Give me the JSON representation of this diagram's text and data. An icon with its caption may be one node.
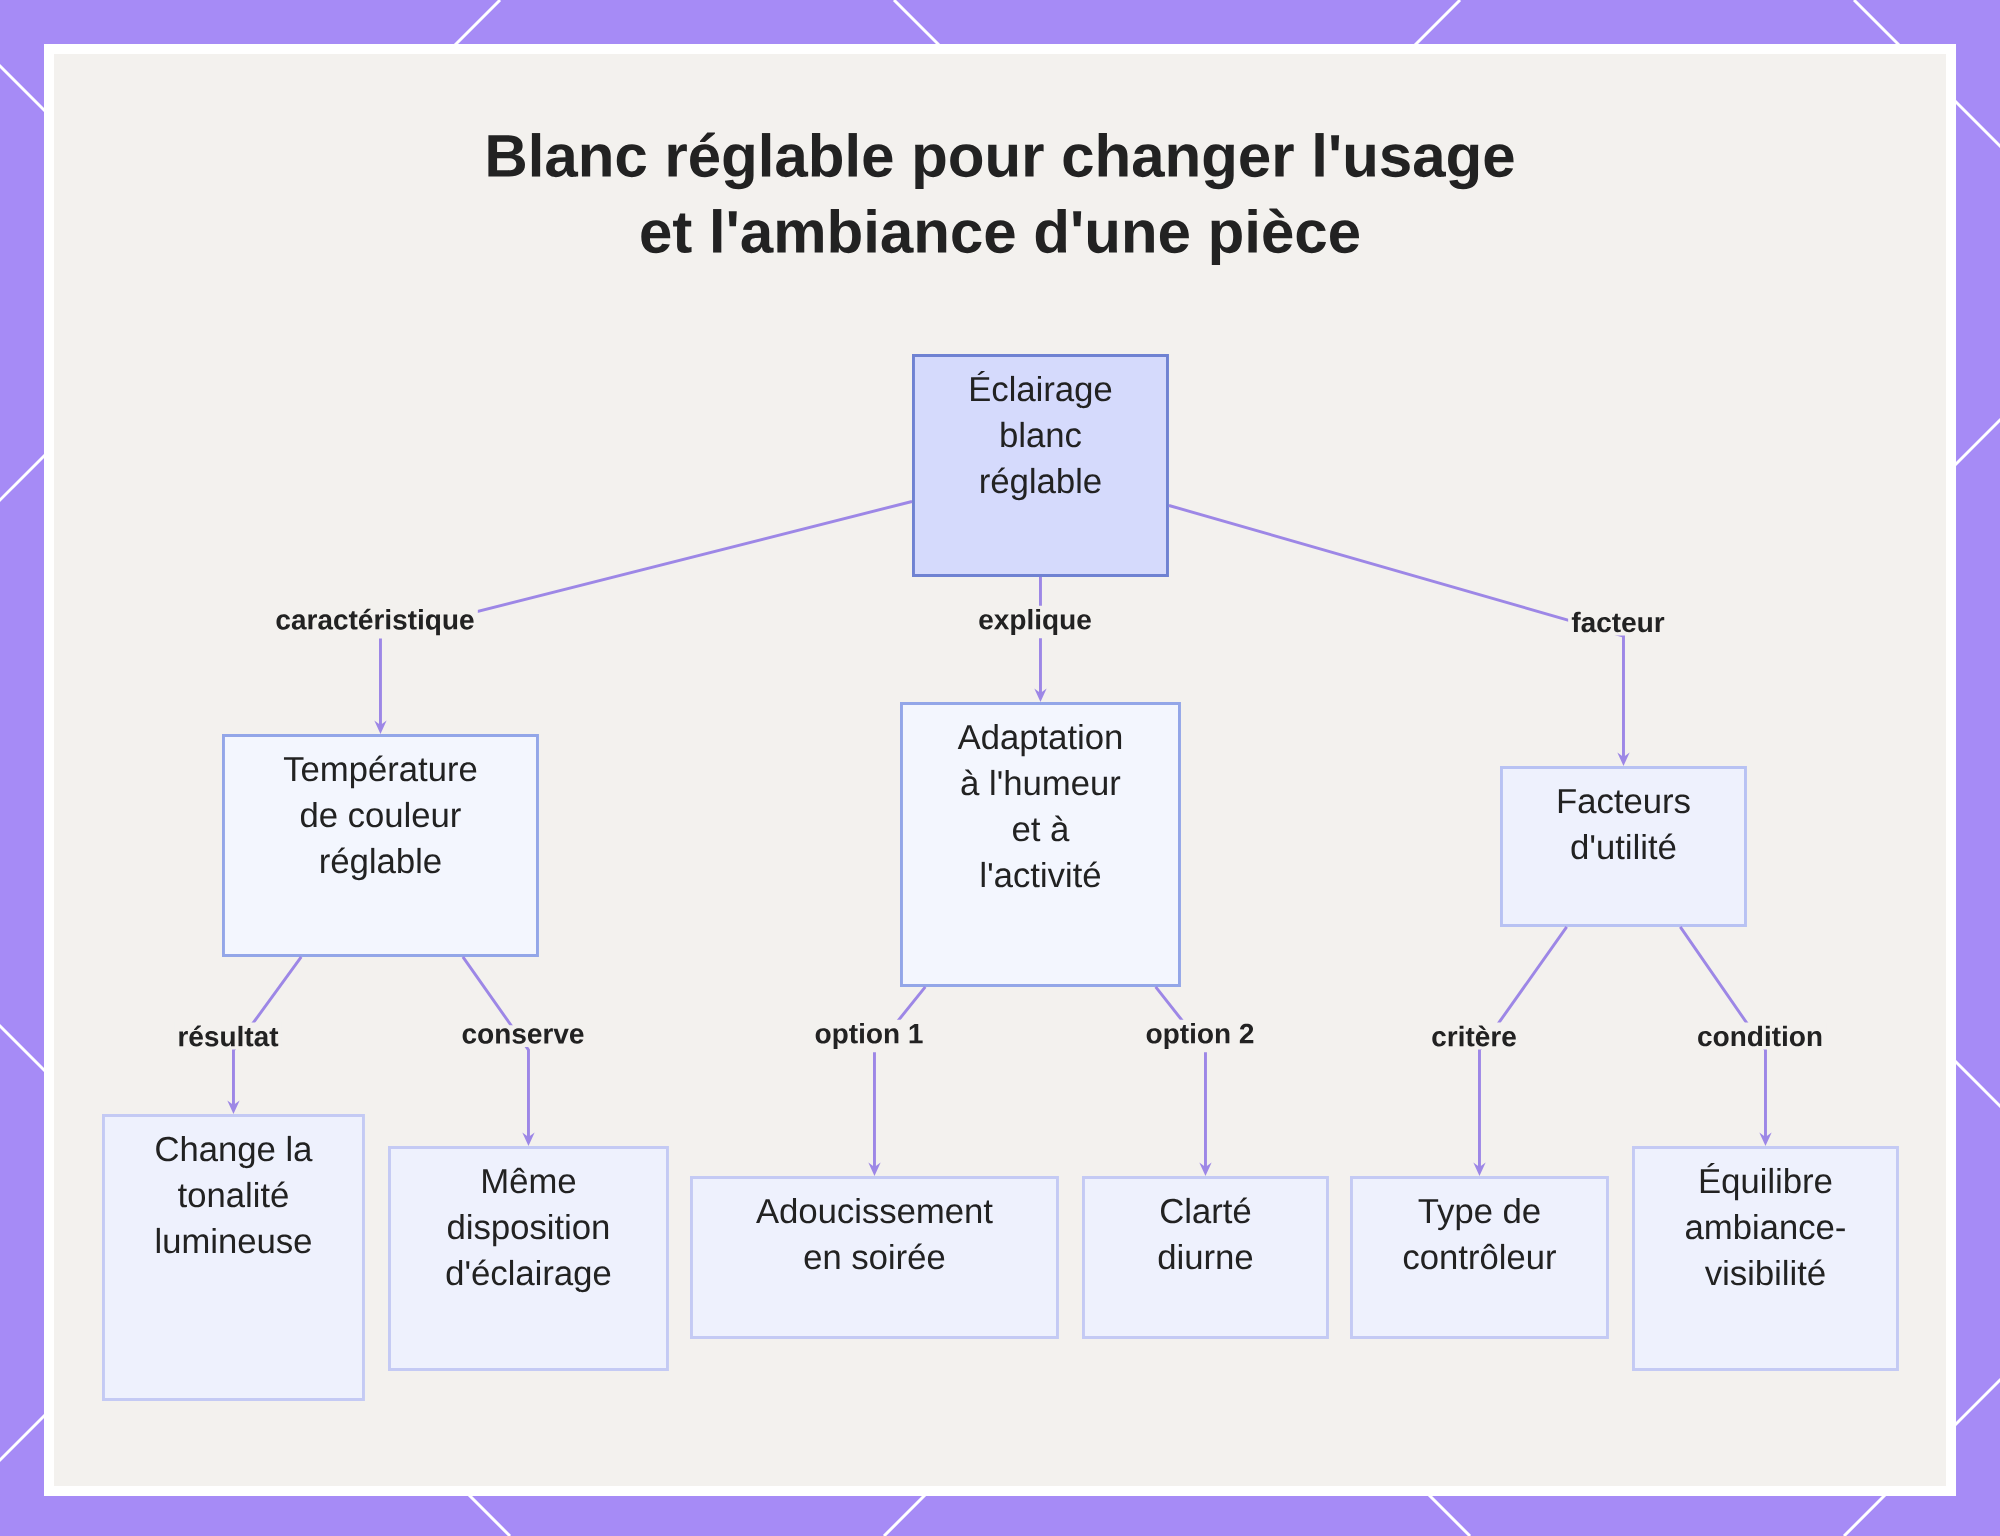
{
  "diagram": {
    "title": "Blanc réglable pour changer l'usage et l'ambiance d'une pièce",
    "nodes": [
      {
        "text": [
          "Éclairage blanc réglable"
        ]
      },
      {
        "text": [
          "Température de couleur réglable"
        ]
      },
      {
        "text": [
          "Adaptation à l'humeur et à l'activité"
        ]
      },
      {
        "text": [
          "Facteurs d'utilité"
        ]
      },
      {
        "text": [
          "Change la tonalité lumineuse"
        ]
      },
      {
        "text": [
          "Même disposition d'éclairage"
        ]
      },
      {
        "text": [
          "Adoucissement en soirée"
        ]
      },
      {
        "text": [
          "Clarté diurne"
        ]
      },
      {
        "text": [
          "Type de contrôleur"
        ]
      },
      {
        "text": [
          "Équilibre ambiance-visibilité"
        ]
      }
    ],
    "edges": [
      {
        "from": 0,
        "to": 1,
        "arrow": "to",
        "label": "caractéristique"
      },
      {
        "from": 0,
        "to": 2,
        "arrow": "to",
        "label": "explique"
      },
      {
        "from": 0,
        "to": 3,
        "arrow": "to",
        "label": "facteur"
      },
      {
        "from": 1,
        "to": 4,
        "arrow": "to",
        "label": "résultat"
      },
      {
        "from": 1,
        "to": 5,
        "arrow": "to",
        "label": "conserve"
      },
      {
        "from": 2,
        "to": 6,
        "arrow": "to",
        "label": "option 1"
      },
      {
        "from": 2,
        "to": 7,
        "arrow": "to",
        "label": "option 2"
      },
      {
        "from": 3,
        "to": 8,
        "arrow": "to",
        "label": "critère"
      },
      {
        "from": 3,
        "to": 9,
        "arrow": "to",
        "label": "condition"
      }
    ]
  }
}
